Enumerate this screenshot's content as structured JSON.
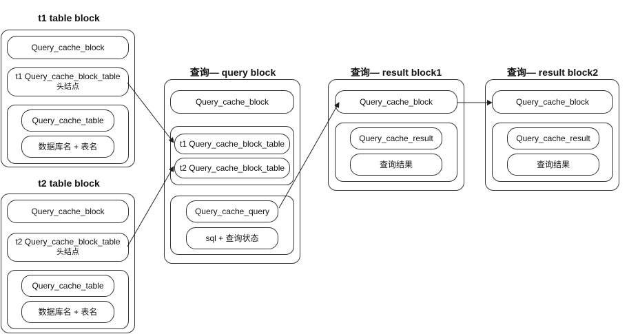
{
  "t1_block": {
    "title": "t1 table block",
    "query_cache_block": "Query_cache_block",
    "block_table_line1": "t1 Query_cache_block_table",
    "block_table_line2": "头结点",
    "query_cache_table": "Query_cache_table",
    "db_table_name": "数据库名 + 表名"
  },
  "t2_block": {
    "title": "t2 table block",
    "query_cache_block": "Query_cache_block",
    "block_table_line1": "t2 Query_cache_block_table",
    "block_table_line2": "头结点",
    "query_cache_table": "Query_cache_table",
    "db_table_name": "数据库名 + 表名"
  },
  "query_block": {
    "title": "查询— query block",
    "query_cache_block": "Query_cache_block",
    "t1_block_table": "t1 Query_cache_block_table",
    "t2_block_table": "t2 Query_cache_block_table",
    "query_cache_query": "Query_cache_query",
    "sql_status": "sql + 查询状态"
  },
  "result_block1": {
    "title": "查询— result block1",
    "query_cache_block": "Query_cache_block",
    "query_cache_result": "Query_cache_result",
    "query_result": "查询结果"
  },
  "result_block2": {
    "title": "查询— result block2",
    "query_cache_block": "Query_cache_block",
    "query_cache_result": "Query_cache_result",
    "query_result": "查询结果"
  }
}
